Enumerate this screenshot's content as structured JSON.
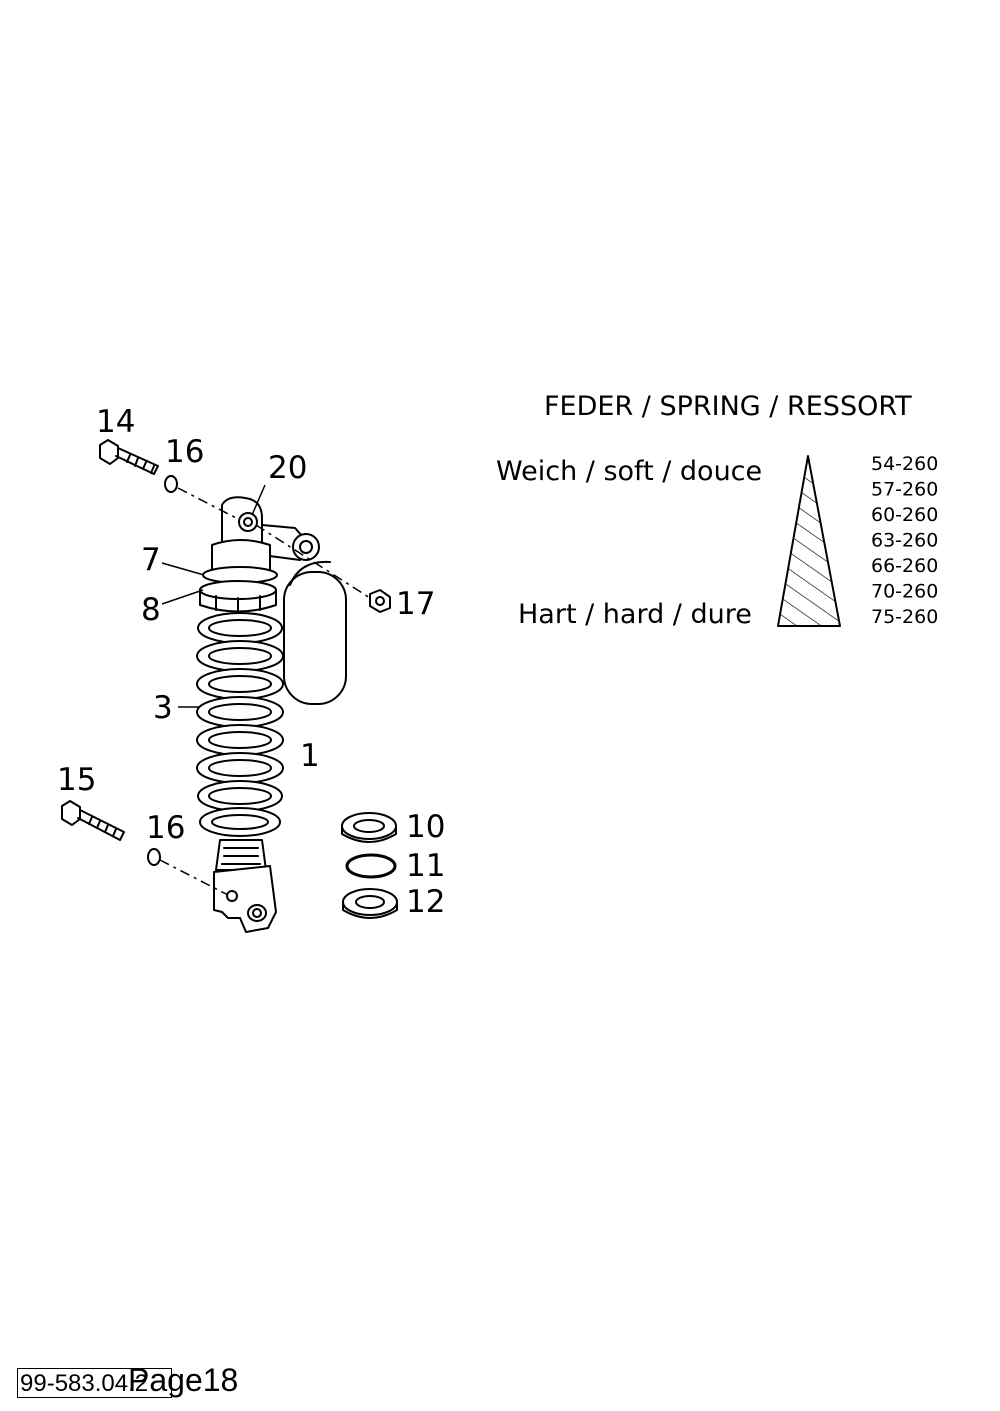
{
  "heading": "FEDER / SPRING / RESSORT",
  "scale": {
    "soft_label": "Weich / soft / douce",
    "hard_label": "Hart / hard / dure",
    "spring_rates": [
      "54-260",
      "57-260",
      "60-260",
      "63-260",
      "66-260",
      "70-260",
      "75-260"
    ]
  },
  "callouts": {
    "c14": "14",
    "c16a": "16",
    "c20": "20",
    "c7": "7",
    "c8": "8",
    "c17": "17",
    "c3": "3",
    "c1": "1",
    "c15": "15",
    "c16b": "16",
    "c10": "10",
    "c11": "11",
    "c12": "12"
  },
  "footer": {
    "code": "99-583.04.2",
    "page": "Page18"
  }
}
